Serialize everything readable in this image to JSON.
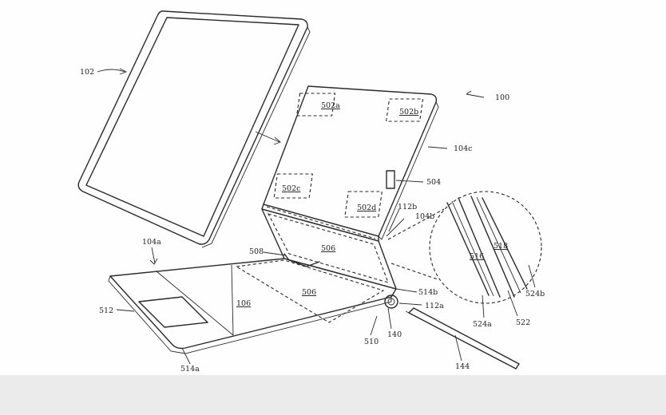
{
  "labels": {
    "l102": "102",
    "l100": "100",
    "l104c": "104c",
    "l502a": "502a",
    "l502b": "502b",
    "l502c": "502c",
    "l502d": "502d",
    "l504": "504",
    "l104a": "104a",
    "l112b": "112b",
    "l104b": "104b",
    "l508": "508",
    "l506a": "506",
    "l506b": "506",
    "l106": "106",
    "l512": "512",
    "l514b": "514b",
    "l112a": "112a",
    "l510": "510",
    "l140": "140",
    "l514a": "514a",
    "l144": "144",
    "l516": "516",
    "l518": "518",
    "l524a": "524a",
    "l522": "522",
    "l524b": "524b"
  }
}
